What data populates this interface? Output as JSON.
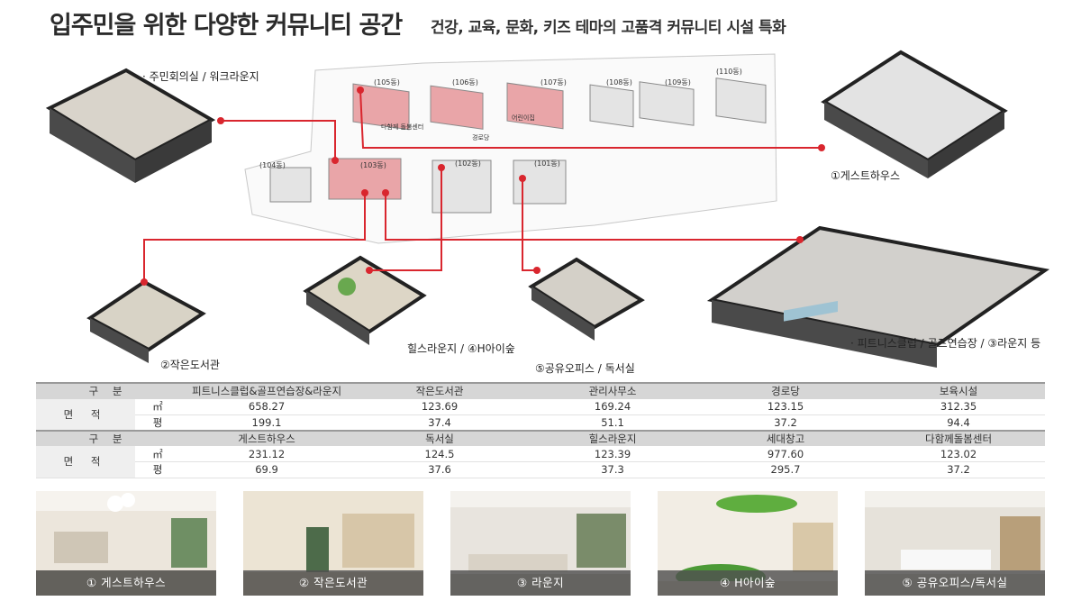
{
  "header": {
    "title": "입주민을 위한 다양한 커뮤니티 공간",
    "subtitle": "건강, 교육, 문화, 키즈 테마의 고품격 커뮤니티 시설 특화"
  },
  "site_plan": {
    "buildings": [
      "(105동)",
      "(106동)",
      "(107동)",
      "(108동)",
      "(109동)",
      "(110동)",
      "(104동)",
      "(103동)",
      "(102동)",
      "(101동)"
    ],
    "facility_tags": [
      "다함께 돌봄센터",
      "경로당",
      "어린이집"
    ]
  },
  "callouts": {
    "resident_hall": "·  주민회의실 / 워크라운지",
    "guest_house": "①게스트하우스",
    "small_library": "②작은도서관",
    "lounge_kids": "힐스라운지 / ④H아이숲",
    "shared_office": "⑤공유오피스 / 독서실",
    "fitness": "·  피트니스클럽 / 골프연습장 / ③라운지 등"
  },
  "table": {
    "group_label": "구 분",
    "area_label": "면 적",
    "unit_sqm": "㎡",
    "unit_pyeong": "평",
    "sections": [
      {
        "columns": [
          "피트니스클럽&골프연습장&라운지",
          "작은도서관",
          "관리사무소",
          "경로당",
          "보육시설"
        ],
        "sqm": [
          "658.27",
          "123.69",
          "169.24",
          "123.15",
          "312.35"
        ],
        "pyeong": [
          "199.1",
          "37.4",
          "51.1",
          "37.2",
          "94.4"
        ]
      },
      {
        "columns": [
          "게스트하우스",
          "독서실",
          "힐스라운지",
          "세대창고",
          "다함께돌봄센터"
        ],
        "sqm": [
          "231.12",
          "124.5",
          "123.39",
          "977.60",
          "123.02"
        ],
        "pyeong": [
          "69.9",
          "37.6",
          "37.3",
          "295.7",
          "37.2"
        ]
      }
    ]
  },
  "photos": [
    {
      "caption": "① 게스트하우스"
    },
    {
      "caption": "② 작은도서관"
    },
    {
      "caption": "③ 라운지"
    },
    {
      "caption": "④ H아이숲"
    },
    {
      "caption": "⑤ 공유오피스/독서실"
    }
  ],
  "colors": {
    "connector": "#d9262e",
    "highlight_building": "#e9a5a8",
    "table_head": "#d6d6d6",
    "caption_bar": "#505050"
  }
}
